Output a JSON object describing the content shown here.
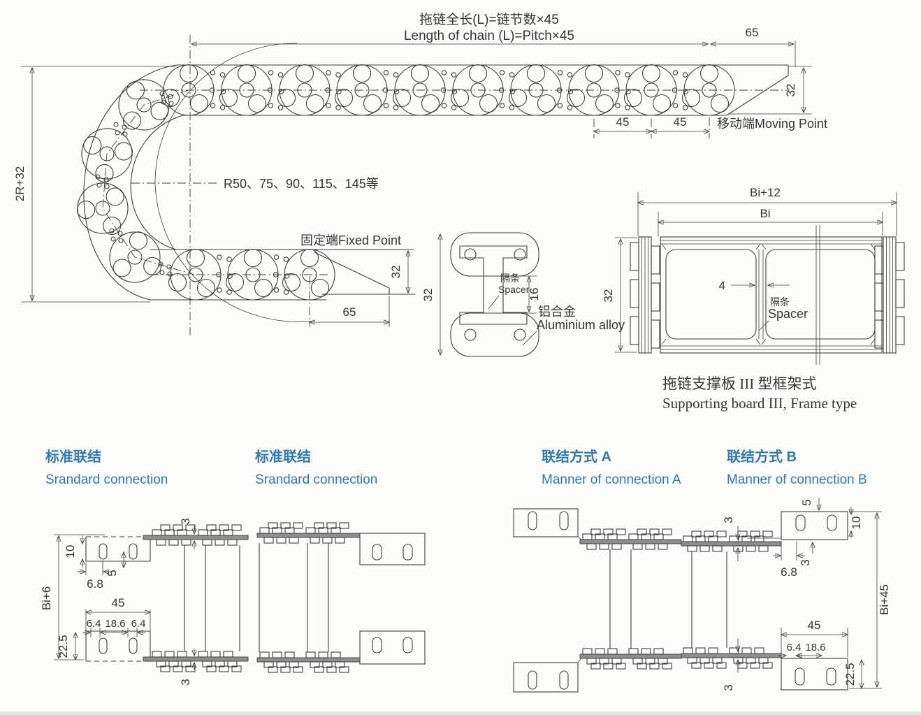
{
  "top": {
    "title_zh": "拖链全长(L)=链节数×45",
    "title_en": "Length of chain (L)=Pitch×45",
    "dim_65_top": "65",
    "dim_32_end": "32",
    "dim_45_a": "45",
    "dim_45_b": "45",
    "moving_point": "移动端Moving Point",
    "dim_2r32": "2R+32",
    "radius_note": "R50、75、90、115、145等",
    "fixed_point": "固定端Fixed Point",
    "dim_32_fixed": "32",
    "dim_65_fixed": "65"
  },
  "section": {
    "dim_32": "32",
    "dim_16": "16",
    "spacer_zh": "隔条",
    "spacer_en": "Spacer",
    "alloy_zh": "铝合金",
    "alloy_en": "Aluminium alloy"
  },
  "frame": {
    "dim_bi12": "Bi+12",
    "dim_bi": "Bi",
    "dim_32": "32",
    "dim_4": "4",
    "spacer_zh": "隔条",
    "spacer_en": "Spacer",
    "caption_zh": "拖链支撑板 III 型框架式",
    "caption_en": "Supporting board III, Frame type"
  },
  "std1": {
    "title_zh": "标准联结",
    "title_en": "Srandard connection",
    "dim_3_top": "3",
    "dim_10": "10",
    "dim_6_8": "6.8",
    "dim_5": "5",
    "dim_bi6": "Bi+6",
    "dim_45": "45",
    "dim_6_4a": "6.4",
    "dim_18_6": "18.6",
    "dim_6_4b": "6.4",
    "dim_22_5": "22.5",
    "dim_3_bot": "3"
  },
  "std2": {
    "title_zh": "标准联结",
    "title_en": "Srandard connection"
  },
  "connA": {
    "title_zh": "联结方式 A",
    "title_en": "Manner of connection A"
  },
  "connB": {
    "title_zh": "联结方式 B",
    "title_en": "Manner of connection B",
    "dim_5": "5",
    "dim_10": "10",
    "dim_3_right": "3",
    "dim_6_8": "6.8",
    "dim_3_top": "3",
    "dim_3_bot": "3",
    "dim_bi45": "Bi+45",
    "dim_45": "45",
    "dim_6_4": "6.4",
    "dim_18_6": "18.6",
    "dim_22_5": "22.5"
  }
}
